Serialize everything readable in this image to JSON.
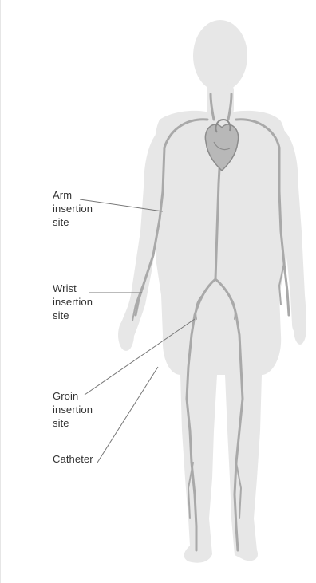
{
  "diagram": {
    "labels": {
      "arm": [
        "Arm",
        "insertion",
        "site"
      ],
      "wrist": [
        "Wrist",
        "insertion",
        "site"
      ],
      "groin": [
        "Groin",
        "insertion",
        "site"
      ],
      "catheter": [
        "Catheter"
      ]
    },
    "colors": {
      "body": "#e7e7e7",
      "vessel": "#a9a9a9",
      "vessel_dark": "#8c8c8c",
      "heart": "#b8b8b8",
      "leader": "#777777",
      "text": "#333333"
    }
  }
}
